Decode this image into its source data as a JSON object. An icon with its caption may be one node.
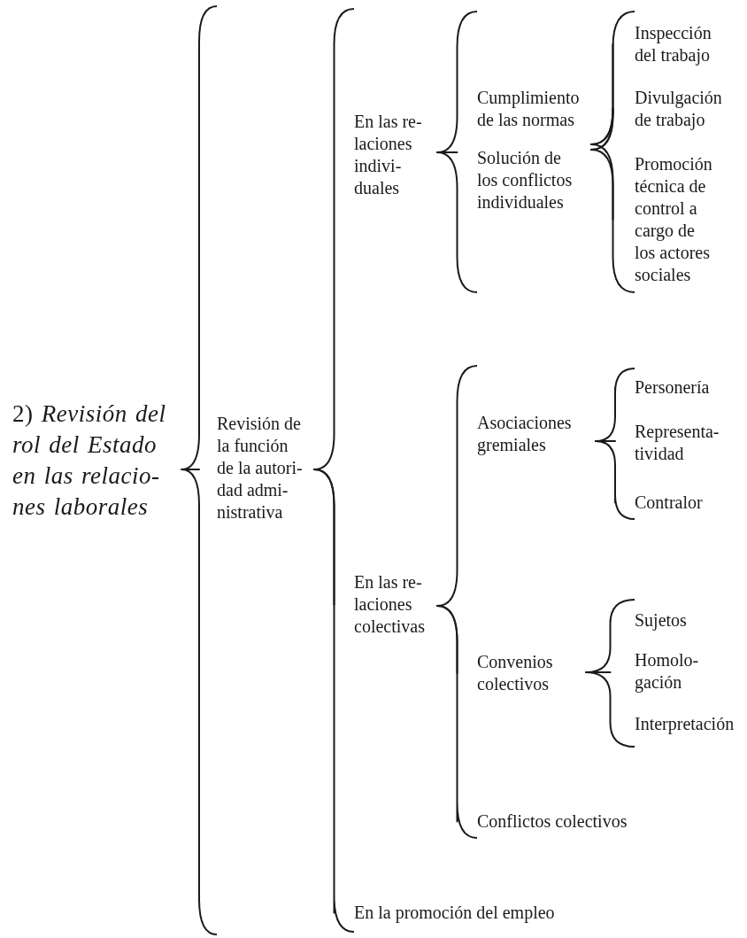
{
  "diagram": {
    "nodes": [
      {
        "text": [
          "2) *Revisión del rol del Estado en las relacio- nes laborales*"
        ]
      },
      {
        "text": [
          "Revisión de la función de la autori- dad admi- nistrativa"
        ]
      },
      {
        "text": [
          "En las re- laciones indivi- duales"
        ]
      },
      {
        "text": [
          "Cumplimiento de las normas"
        ]
      },
      {
        "text": [
          "Solución de los conflictos individuales"
        ]
      },
      {
        "text": [
          "Inspección del trabajo"
        ]
      },
      {
        "text": [
          "Divulgación de trabajo"
        ]
      },
      {
        "text": [
          "Promoción técnica de control a cargo de los actores sociales"
        ]
      },
      {
        "text": [
          "En las re- laciones colectivas"
        ]
      },
      {
        "text": [
          "Asociaciones gremiales"
        ]
      },
      {
        "text": [
          "Personería"
        ]
      },
      {
        "text": [
          "Representa- tividad"
        ]
      },
      {
        "text": [
          "Contralor"
        ]
      },
      {
        "text": [
          "Convenios colectivos"
        ]
      },
      {
        "text": [
          "Sujetos"
        ]
      },
      {
        "text": [
          "Homolo- gación"
        ]
      },
      {
        "text": [
          "Interpretación"
        ]
      },
      {
        "text": [
          "Conflictos colectivos"
        ]
      },
      {
        "text": [
          "En la promoción del empleo"
        ]
      }
    ],
    "edges": [
      {
        "from": 0,
        "to": 1,
        "arrow": "none"
      },
      {
        "from": 1,
        "to": 2,
        "arrow": "none"
      },
      {
        "from": 1,
        "to": 8,
        "arrow": "none"
      },
      {
        "from": 1,
        "to": 18,
        "arrow": "none"
      },
      {
        "from": 2,
        "to": 3,
        "arrow": "none"
      },
      {
        "from": 2,
        "to": 4,
        "arrow": "none"
      },
      {
        "from": 3,
        "to": 5,
        "arrow": "none"
      },
      {
        "from": 3,
        "to": 6,
        "arrow": "none"
      },
      {
        "from": 3,
        "to": 7,
        "arrow": "none"
      },
      {
        "from": 4,
        "to": 5,
        "arrow": "none"
      },
      {
        "from": 4,
        "to": 6,
        "arrow": "none"
      },
      {
        "from": 4,
        "to": 7,
        "arrow": "none"
      },
      {
        "from": 8,
        "to": 9,
        "arrow": "none"
      },
      {
        "from": 8,
        "to": 13,
        "arrow": "none"
      },
      {
        "from": 8,
        "to": 17,
        "arrow": "none"
      },
      {
        "from": 9,
        "to": 10,
        "arrow": "none"
      },
      {
        "from": 9,
        "to": 11,
        "arrow": "none"
      },
      {
        "from": 9,
        "to": 12,
        "arrow": "none"
      },
      {
        "from": 13,
        "to": 14,
        "arrow": "none"
      },
      {
        "from": 13,
        "to": 15,
        "arrow": "none"
      },
      {
        "from": 13,
        "to": 16,
        "arrow": "none"
      }
    ]
  }
}
